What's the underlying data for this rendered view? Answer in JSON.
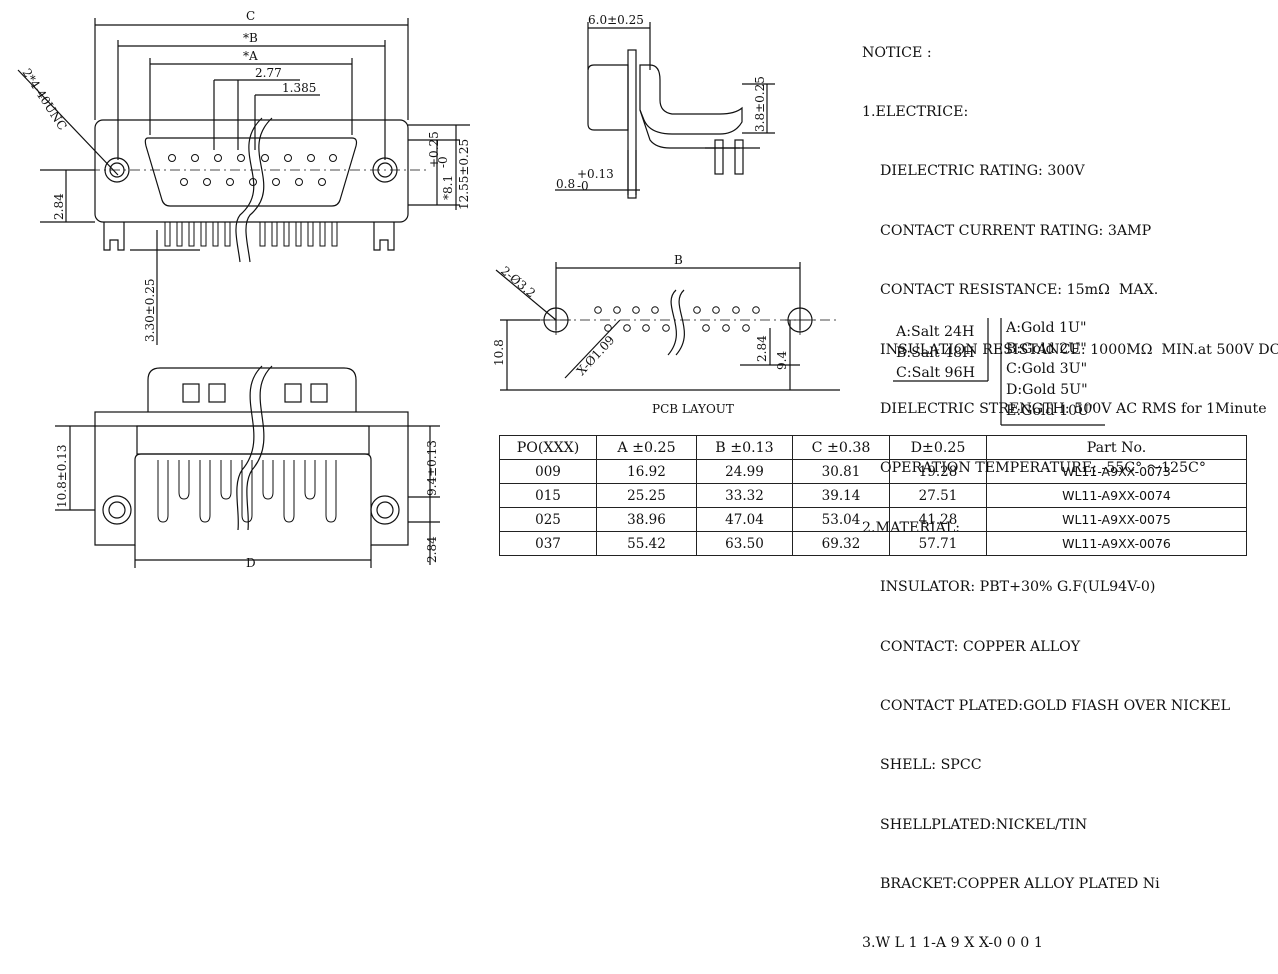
{
  "drawing": {
    "front_view": {
      "dim_c": "C",
      "dim_b": "*B",
      "dim_a": "*A",
      "dim_pitch": "2.77",
      "dim_half_pitch": "1.385",
      "dim_mount_holes": "2*4-40UNC",
      "dim_2_84": "2.84",
      "dim_8_1": "*8.1",
      "dim_8_1_tol_up": "+0.25",
      "dim_8_1_tol_down": "-0",
      "dim_12_55": "12.55±0.25",
      "dim_tail": "3.30±0.25"
    },
    "side_view": {
      "dim_6_0": "6.0±0.25",
      "dim_3_8": "3.8±0.25",
      "dim_0_8": "0.8",
      "dim_0_8_tol_up": "+0.13",
      "dim_0_8_tol_down": "-0"
    },
    "pcb_layout": {
      "dim_b": "B",
      "dim_hole_large": "2-Ø3.2",
      "dim_hole_small": "X-Ø1.09",
      "dim_10_8": "10.8",
      "dim_2_84": "2.84",
      "dim_9_4": "9.4",
      "caption": "PCB LAYOUT"
    },
    "bottom_view": {
      "dim_d": "D",
      "dim_10_8": "10.8±0.13",
      "dim_9_4": "9.4±0.13",
      "dim_2_84": "2.84"
    }
  },
  "notice": {
    "title": "NOTICE :",
    "sections": [
      {
        "heading": "1.ELECTRICE:",
        "items": [
          "DIELECTRIC RATING: 300V",
          "CONTACT CURRENT RATING: 3AMP",
          "CONTACT RESISTANCE: 15mΩ  MAX.",
          "INSULATION RESISTANCE: 1000MΩ  MIN.at 500V DC",
          "DIELECTRIC STRENGTH: 500V AC RMS for 1Minute",
          "OPERATION TEMPERATURE: -55C° ～125C°"
        ]
      },
      {
        "heading": "2.MATERIAL:",
        "items": [
          "INSULATOR: PBT+30% G.F(UL94V-0)",
          "CONTACT: COPPER ALLOY",
          "CONTACT PLATED:GOLD FIASH OVER NICKEL",
          "SHELL: SPCC",
          "SHELLPLATED:NICKEL/TIN",
          "BRACKET:COPPER ALLOY PLATED Ni"
        ]
      }
    ],
    "part_code": "3.W L 1 1-A 9 X X-0 0 0 1",
    "salt_options": [
      "A:Salt 24H",
      "B:Salt 48H",
      "C:Salt 96H"
    ],
    "gold_options": [
      "A:Gold 1U\"",
      "B:Gold 2U\"",
      "C:Gold 3U\"",
      "D:Gold 5U\"",
      "E:Gold 10U\""
    ]
  },
  "table": {
    "headers": [
      "PO(XXX)",
      "A ±0.25",
      "B ±0.13",
      "C ±0.38",
      "D±0.25",
      "Part   No."
    ],
    "rows": [
      [
        "009",
        "16.92",
        "24.99",
        "30.81",
        "19.28",
        "WL11-A9XX-0073"
      ],
      [
        "015",
        "25.25",
        "33.32",
        "39.14",
        "27.51",
        "WL11-A9XX-0074"
      ],
      [
        "025",
        "38.96",
        "47.04",
        "53.04",
        "41.28",
        "WL11-A9XX-0075"
      ],
      [
        "037",
        "55.42",
        "63.50",
        "69.32",
        "57.71",
        "WL11-A9XX-0076"
      ]
    ]
  }
}
